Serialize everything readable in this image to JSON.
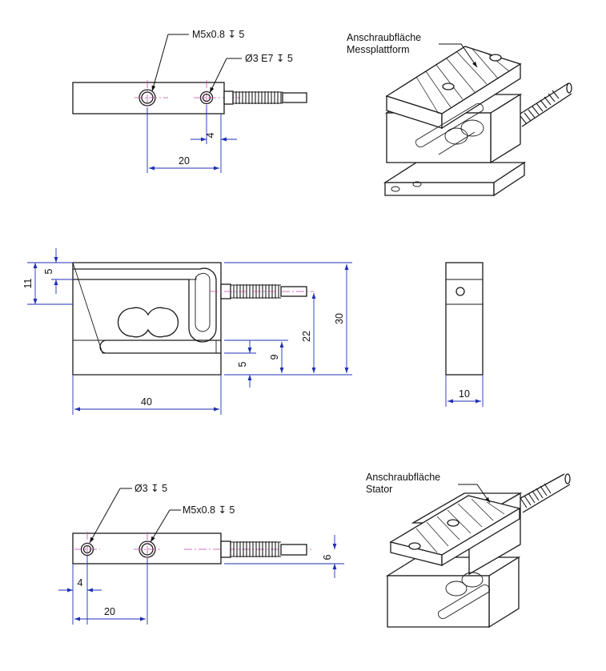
{
  "top_view": {
    "callout_thread": "M5x0.8 ↧ 5",
    "callout_pin": "Ø3 E7 ↧ 5",
    "dim_pin_offset": "4",
    "dim_hole_spacing": "20"
  },
  "iso_top": {
    "label_line1": "Anschraubfläche",
    "label_line2": "Messplattform"
  },
  "front_view": {
    "dim_11": "11",
    "dim_5_top": "5",
    "dim_40": "40",
    "dim_5_bottom": "5",
    "dim_9": "9",
    "dim_22": "22",
    "dim_30": "30"
  },
  "side_view": {
    "dim_10": "10"
  },
  "bottom_view": {
    "callout_pin": "Ø3 ↧ 5",
    "callout_thread": "M5x0.8 ↧ 5",
    "dim_pin_offset": "4",
    "dim_hole_spacing": "20",
    "dim_6": "6"
  },
  "iso_bottom": {
    "label_line1": "Anschraubfläche",
    "label_line2": "Stator"
  },
  "colors": {
    "dimension": "#1f2fb5",
    "centerline": "#c24aa6",
    "outline": "#1a1a1a"
  }
}
